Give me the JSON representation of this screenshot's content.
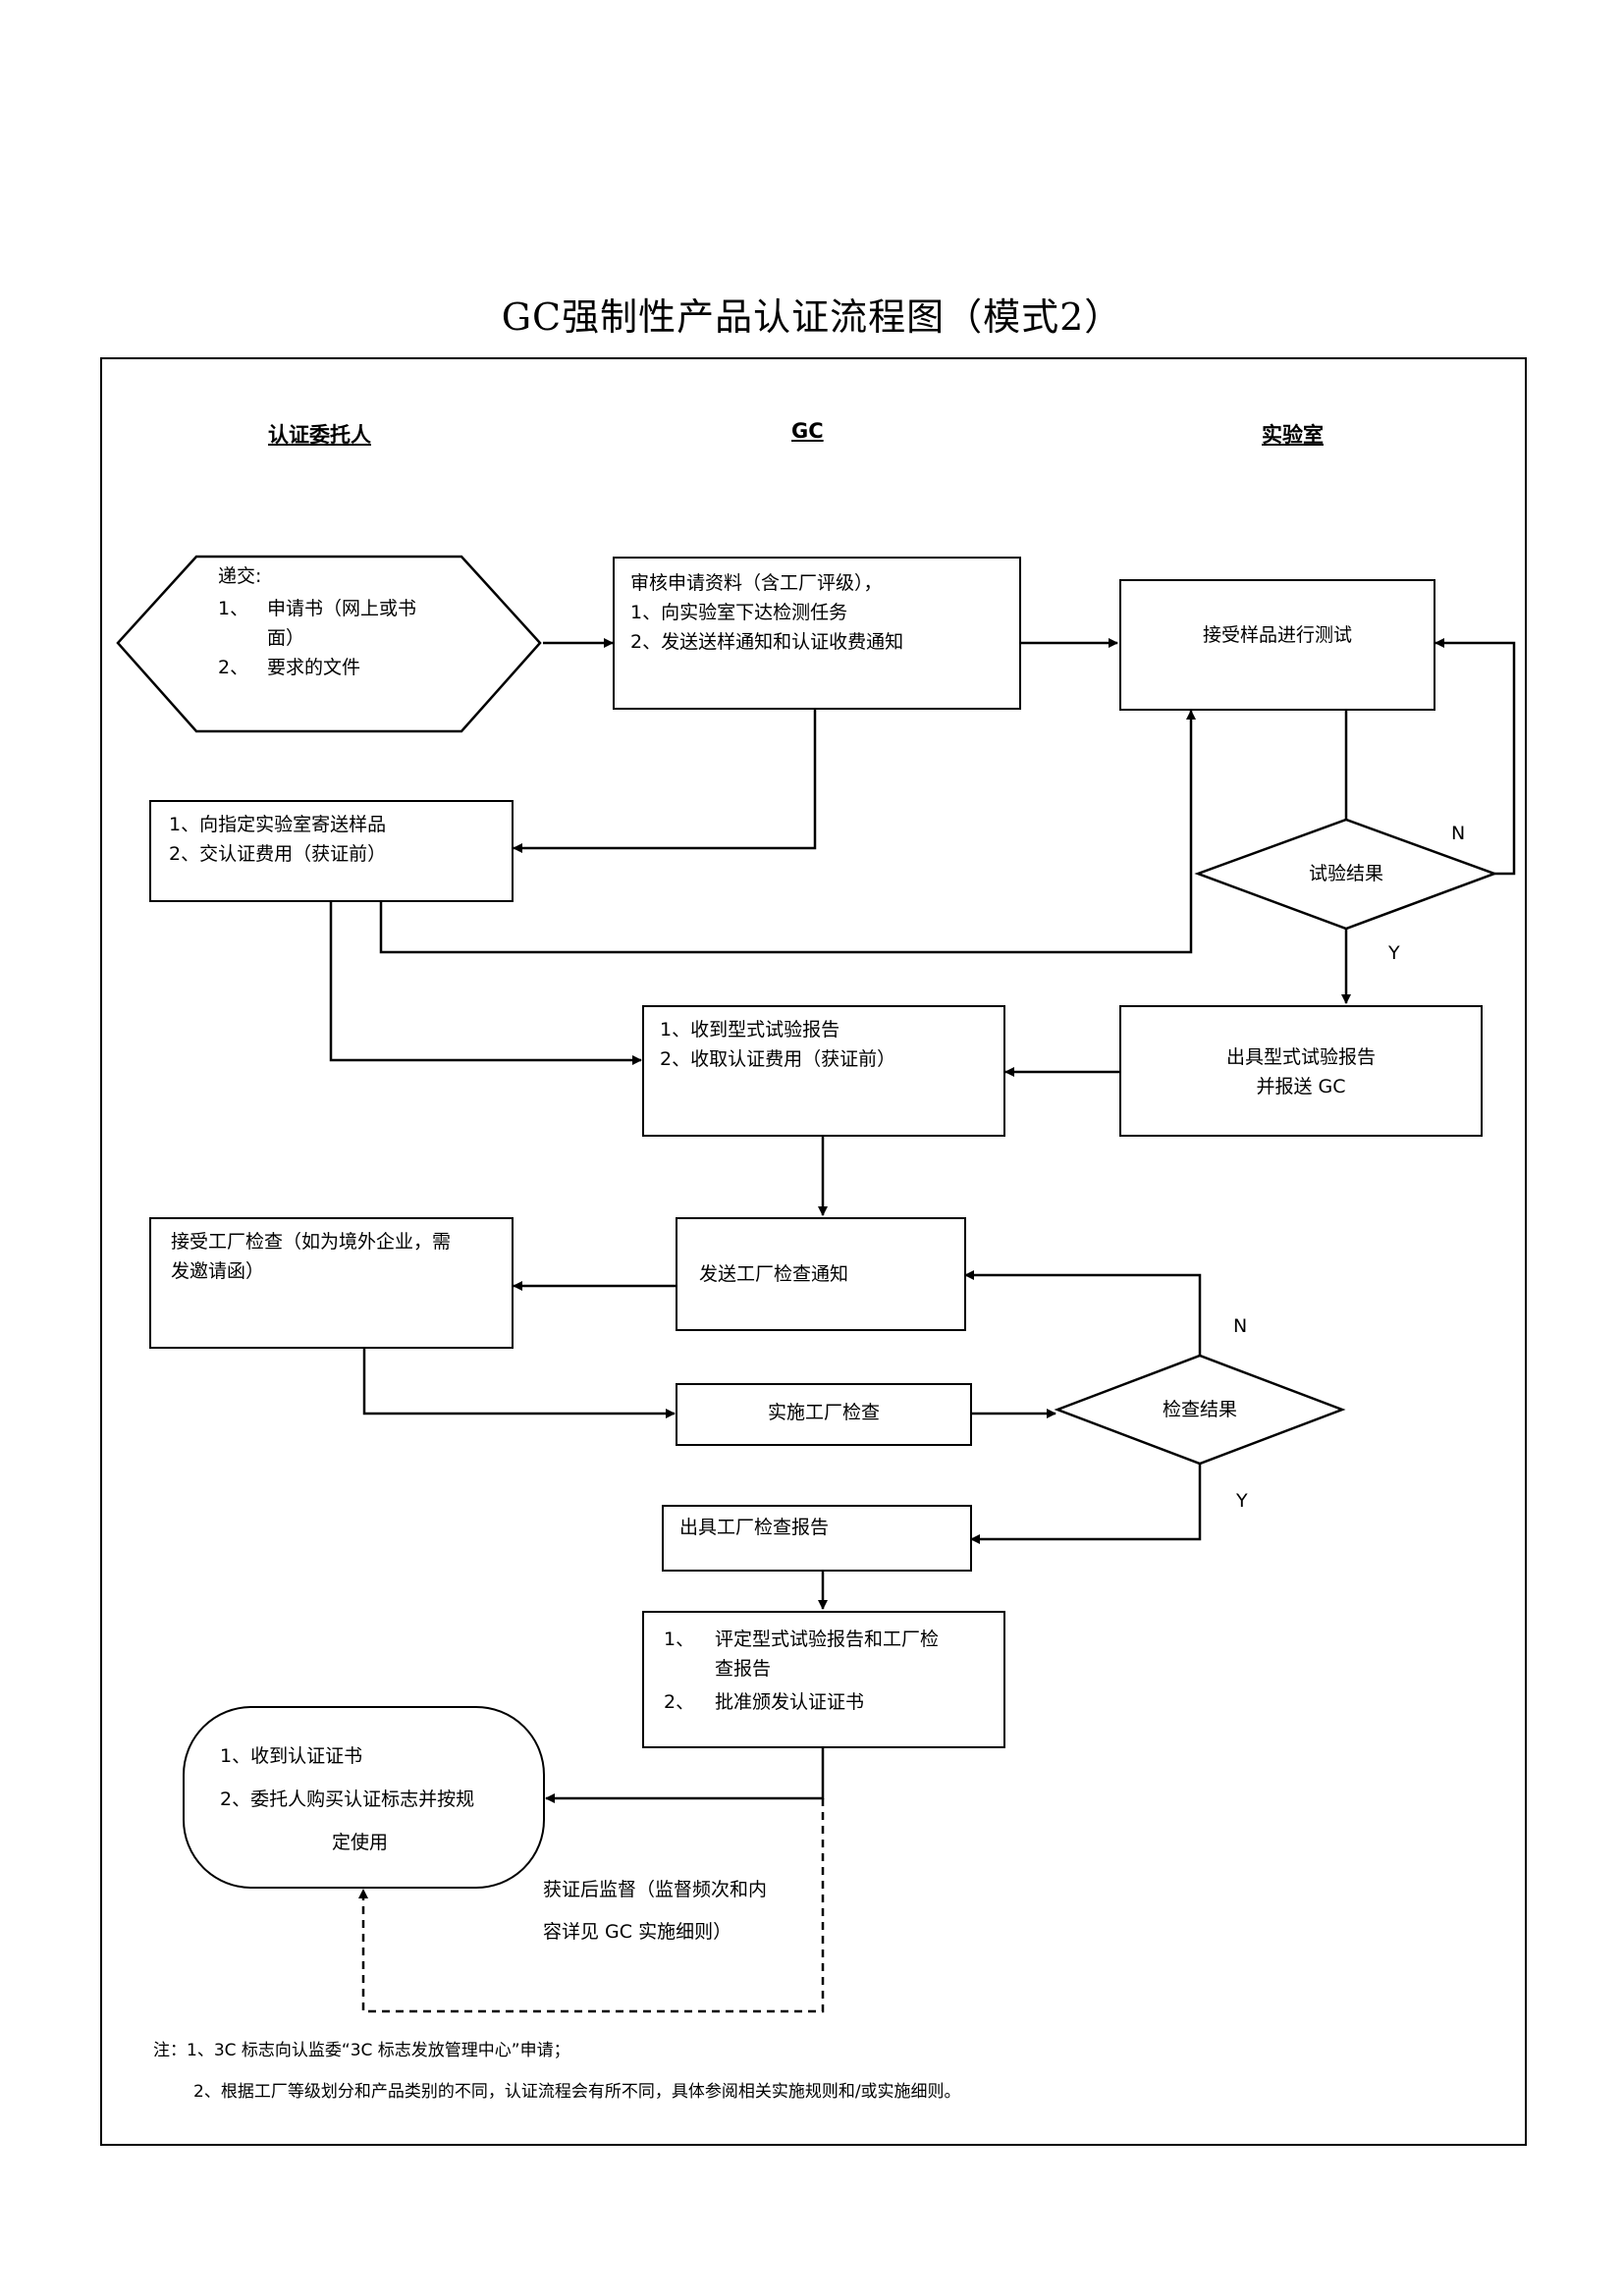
{
  "title": "GC强制性产品认证流程图（模式2）",
  "lanes": {
    "client": "认证委托人",
    "gc": "GC",
    "lab": "实验室"
  },
  "submit": {
    "heading": "递交:",
    "item1_num": "1、",
    "item1_line1": "申请书（网上或书",
    "item1_line2": "面）",
    "item2_num": "2、",
    "item2": "要求的文件"
  },
  "review": {
    "line1": "审核申请资料（含工厂评级），",
    "line2": "1、向实验室下达检测任务",
    "line3": "2、发送送样通知和认证收费通知"
  },
  "accept_sample": "接受样品进行测试",
  "send_sample": {
    "line1": "1、向指定实验室寄送样品",
    "line2": "2、交认证费用（获证前）"
  },
  "test_result": "试验结果",
  "test_n": "N",
  "test_y": "Y",
  "receive_report": {
    "line1": "1、收到型式试验报告",
    "line2": "2、收取认证费用（获证前）"
  },
  "issue_report": {
    "line1": "出具型式试验报告",
    "line2": "并报送 GC"
  },
  "accept_inspection": {
    "line1": "接受工厂检查（如为境外企业，需",
    "line2": "发邀请函）"
  },
  "send_inspection": "发送工厂检查通知",
  "do_inspection": "实施工厂检查",
  "inspect_result": "检查结果",
  "inspect_n": "N",
  "inspect_y": "Y",
  "inspection_report": "出具工厂检查报告",
  "evaluate": {
    "item1_num": "1、",
    "item1_line1": "评定型式试验报告和工厂检",
    "item1_line2": "查报告",
    "item2_num": "2、",
    "item2": "批准颁发认证证书"
  },
  "certificate": {
    "line1": "1、收到认证证书",
    "line2": "2、委托人购买认证标志并按规",
    "line3": "定使用"
  },
  "supervision": {
    "line1": "获证后监督（监督频次和内",
    "line2": "容详见 GC 实施细则）"
  },
  "notes": {
    "line1": "注：1、3C 标志向认监委“3C 标志发放管理中心”申请；",
    "line2": "2、根据工厂等级划分和产品类别的不同，认证流程会有所不同，具体参阅相关实施规则和/或实施细则。"
  }
}
